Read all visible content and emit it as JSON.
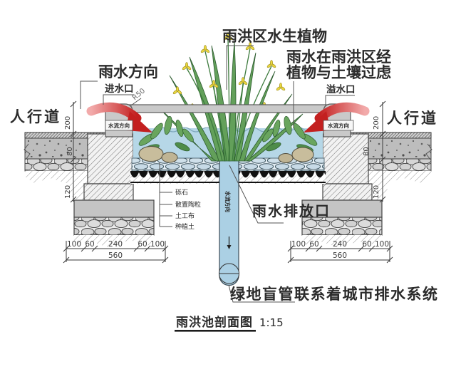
{
  "diagram": {
    "labels": {
      "plants_title": "雨洪区水生植物",
      "filter_line1": "雨水在雨洪区经",
      "filter_line2": "植物与土壤过虑",
      "rain_direction": "雨水方向",
      "inlet": "进水口",
      "overflow": "溢水口",
      "sidewalk_left": "人行道",
      "sidewalk_right": "人行道",
      "flow_direction_left": "水流方向",
      "flow_direction_right": "水流方向",
      "flow_direction_pipe": "水流方向",
      "radius": "R50",
      "discharge_outlet": "雨水排放口",
      "blind_pipe_note": "绿地盲管联系着城市排水系统",
      "materials": [
        "砾石",
        "散置陶粒",
        "土工布",
        "种植土"
      ]
    },
    "dims": {
      "left_heights": [
        "200",
        "80",
        "120"
      ],
      "right_heights": [
        "200",
        "80",
        "120"
      ],
      "bottom_segments": [
        "100",
        "60",
        "240",
        "60",
        "100"
      ],
      "bottom_total": "560"
    },
    "title": {
      "text": "雨洪池剖面图",
      "scale": "1:15"
    },
    "colors": {
      "water": "#b6d7e7",
      "pipe": "#abd0e4",
      "arrow_red": "#c32020",
      "arrow_pink": "#f2aaaa",
      "concrete": "#bdbdbd",
      "band_gray": "#c9c9c9",
      "plant_green": "#63a05a",
      "flower_yellow": "#ead73f",
      "membrane_black": "#111111",
      "line": "#444444"
    }
  }
}
